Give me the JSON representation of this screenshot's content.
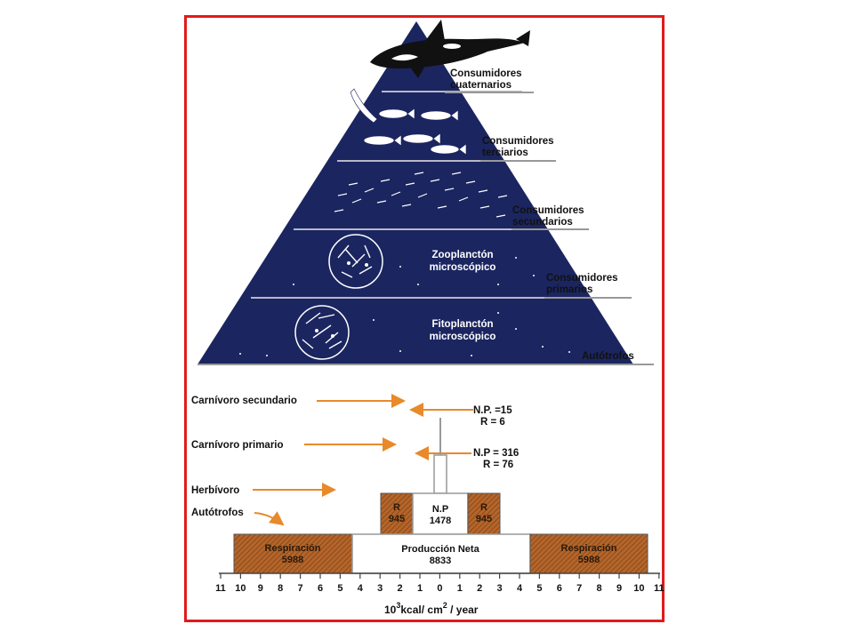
{
  "pyramid": {
    "levels": [
      {
        "id": "cuaternarios",
        "line1": "Consumidores",
        "line2": "cuaternarios"
      },
      {
        "id": "terciarios",
        "line1": "Consumidores",
        "line2": "terciarios"
      },
      {
        "id": "secundarios",
        "line1": "Consumidores",
        "line2": "secundarios"
      },
      {
        "id": "primarios",
        "line1": "Consumidores",
        "line2": "primarios"
      },
      {
        "id": "autotrofos",
        "line1": "Autótrofos",
        "line2": ""
      }
    ],
    "zooplankton": {
      "line1": "Zooplanctón",
      "line2": "microscópico"
    },
    "phytoplankton": {
      "line1": "Fitoplanctón",
      "line2": "microscópico"
    },
    "colors": {
      "pyramid": "#1b2560",
      "label_line": "#999999"
    }
  },
  "energy": {
    "flow_labels": {
      "carnivoro_secundario": "Carnívoro secundario",
      "carnivoro_primario": "Carnívoro primario",
      "herbivoro": "Herbívoro",
      "autotrofos": "Autótrofos"
    },
    "np_top": {
      "line1": "N.P. =15",
      "line2": "R =  6"
    },
    "np_mid": {
      "line1": "N.P = 316",
      "line2": "R =  76"
    },
    "herbivore_box": {
      "left": {
        "line1": "R",
        "line2": "945"
      },
      "center": {
        "line1": "N.P",
        "line2": "1478"
      },
      "right": {
        "line1": "R",
        "line2": "945"
      }
    },
    "producer_box": {
      "left": {
        "line1": "Respiración",
        "line2": "5988"
      },
      "center": {
        "line1": "Producción Neta",
        "line2": "8833"
      },
      "right": {
        "line1": "Respiración",
        "line2": "5988"
      }
    },
    "axis": {
      "ticks": [
        "11",
        "10",
        "9",
        "8",
        "7",
        "6",
        "5",
        "4",
        "3",
        "2",
        "1",
        "0",
        "1",
        "2",
        "3",
        "4",
        "5",
        "6",
        "7",
        "8",
        "9",
        "10",
        "11"
      ],
      "unit_exp": "3",
      "unit_pre": "10",
      "unit_mid": "kcal/ cm",
      "unit_exp2": "2",
      "unit_post": " / year"
    },
    "colors": {
      "arrow": "#e8892a",
      "respiration": "#b5652a",
      "respiration_text": "#2a1a0a"
    }
  }
}
